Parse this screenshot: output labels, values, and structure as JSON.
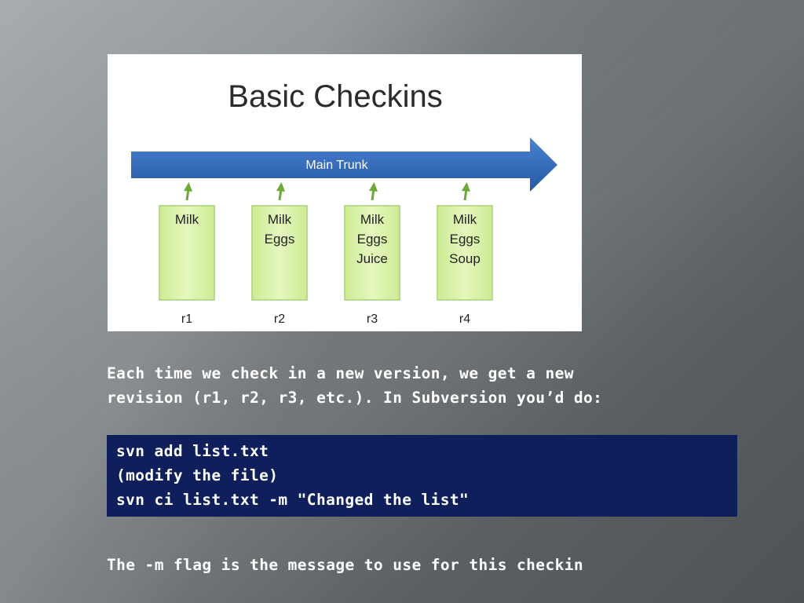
{
  "diagram": {
    "title": "Basic Checkins",
    "trunk_label": "Main Trunk",
    "colors": {
      "trunk": "#2e66b8",
      "box_fill": "#d9f2a6",
      "box_border": "#a9d077",
      "arrow": "#6fa83a"
    },
    "revisions": [
      {
        "label": "r1",
        "items": [
          "Milk"
        ]
      },
      {
        "label": "r2",
        "items": [
          "Milk",
          "Eggs"
        ]
      },
      {
        "label": "r3",
        "items": [
          "Milk",
          "Eggs",
          "Juice"
        ]
      },
      {
        "label": "r4",
        "items": [
          "Milk",
          "Eggs",
          "Soup"
        ]
      }
    ]
  },
  "description": {
    "line1": "Each time we check in a new version, we get a new",
    "line2": "revision (r1, r2, r3, etc.). In Subversion you’d do:"
  },
  "code": {
    "lines": [
      "svn add list.txt",
      "(modify the file)",
      "svn ci list.txt -m \"Changed the list\""
    ],
    "background": "#0e1f5c"
  },
  "note": "The -m flag is the message to use for this checkin"
}
